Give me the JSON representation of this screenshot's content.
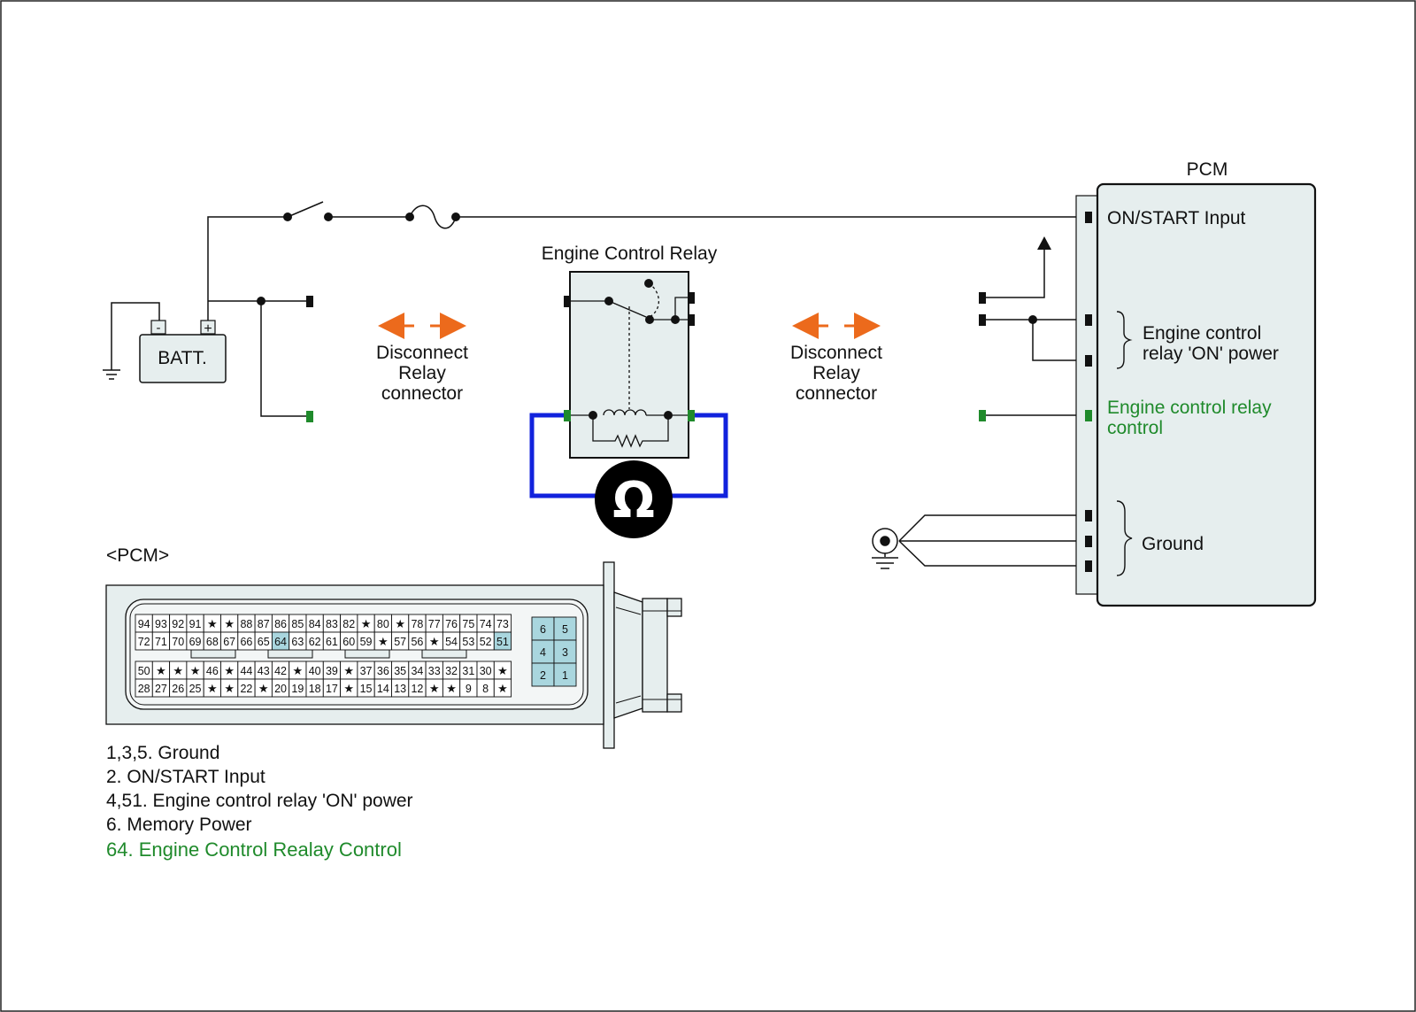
{
  "colors": {
    "wire": "#111111",
    "green_terminal": "#1f8a2b",
    "orange_arrow": "#ec6a1c",
    "probe_blue": "#1122dd",
    "box_fill": "#e6eeee",
    "pin_highlight": "#a9d6de"
  },
  "battery": {
    "label": "BATT.",
    "neg": "-",
    "pos": "+"
  },
  "relay": {
    "title": "Engine Control Relay"
  },
  "disconnect_left": [
    "Disconnect",
    "Relay",
    "connector"
  ],
  "disconnect_right": [
    "Disconnect",
    "Relay",
    "connector"
  ],
  "ohmmeter": {
    "symbol": "Ω"
  },
  "pcm": {
    "title": "PCM",
    "on_start_input": "ON/START Input",
    "on_power": [
      "Engine control",
      "relay 'ON' power"
    ],
    "relay_control": [
      "Engine control relay",
      "control"
    ],
    "ground": "Ground"
  },
  "connector": {
    "title": "<PCM>",
    "rows": [
      [
        "94",
        "93",
        "92",
        "91",
        "*",
        "*",
        "88",
        "87",
        "86",
        "85",
        "84",
        "83",
        "82",
        "*",
        "80",
        "*",
        "78",
        "77",
        "76",
        "75",
        "74",
        "73"
      ],
      [
        "72",
        "71",
        "70",
        "69",
        "68",
        "67",
        "66",
        "65",
        "64",
        "63",
        "62",
        "61",
        "60",
        "59",
        "*",
        "57",
        "56",
        "*",
        "54",
        "53",
        "52",
        "51"
      ],
      [
        "50",
        "*",
        "*",
        "*",
        "46",
        "*",
        "44",
        "43",
        "42",
        "*",
        "40",
        "39",
        "*",
        "37",
        "36",
        "35",
        "34",
        "33",
        "32",
        "31",
        "30",
        "*"
      ],
      [
        "28",
        "27",
        "26",
        "25",
        "*",
        "*",
        "22",
        "*",
        "20",
        "19",
        "18",
        "17",
        "*",
        "15",
        "14",
        "13",
        "12",
        "*",
        "*",
        "9",
        "8",
        "*"
      ]
    ],
    "highlight": [
      "64",
      "51"
    ],
    "power_pins": [
      [
        "6",
        "5"
      ],
      [
        "4",
        "3"
      ],
      [
        "2",
        "1"
      ]
    ]
  },
  "legend": [
    "1,3,5. Ground",
    "2. ON/START Input",
    "4,51. Engine control relay 'ON' power",
    "6. Memory Power",
    "64. Engine Control Realay Control"
  ]
}
